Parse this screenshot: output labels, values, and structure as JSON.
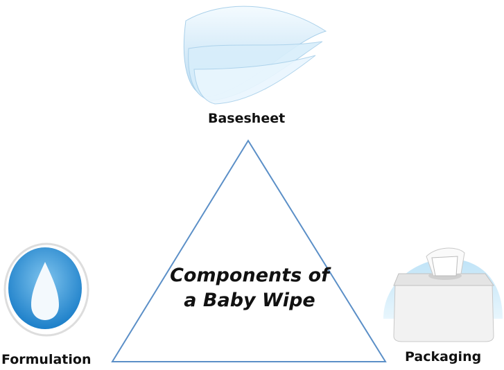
{
  "nodes": {
    "top": {
      "label": "Basesheet",
      "icon": "wipe-sheets-icon"
    },
    "left": {
      "label": "Formulation",
      "icon": "water-drop-icon"
    },
    "right": {
      "label": "Packaging",
      "icon": "wipes-box-icon"
    }
  },
  "center": {
    "line1": "Components of",
    "line2": "a Baby Wipe"
  },
  "colors": {
    "triangle": "#5b8fc7",
    "accent": "#2a8fd4"
  }
}
